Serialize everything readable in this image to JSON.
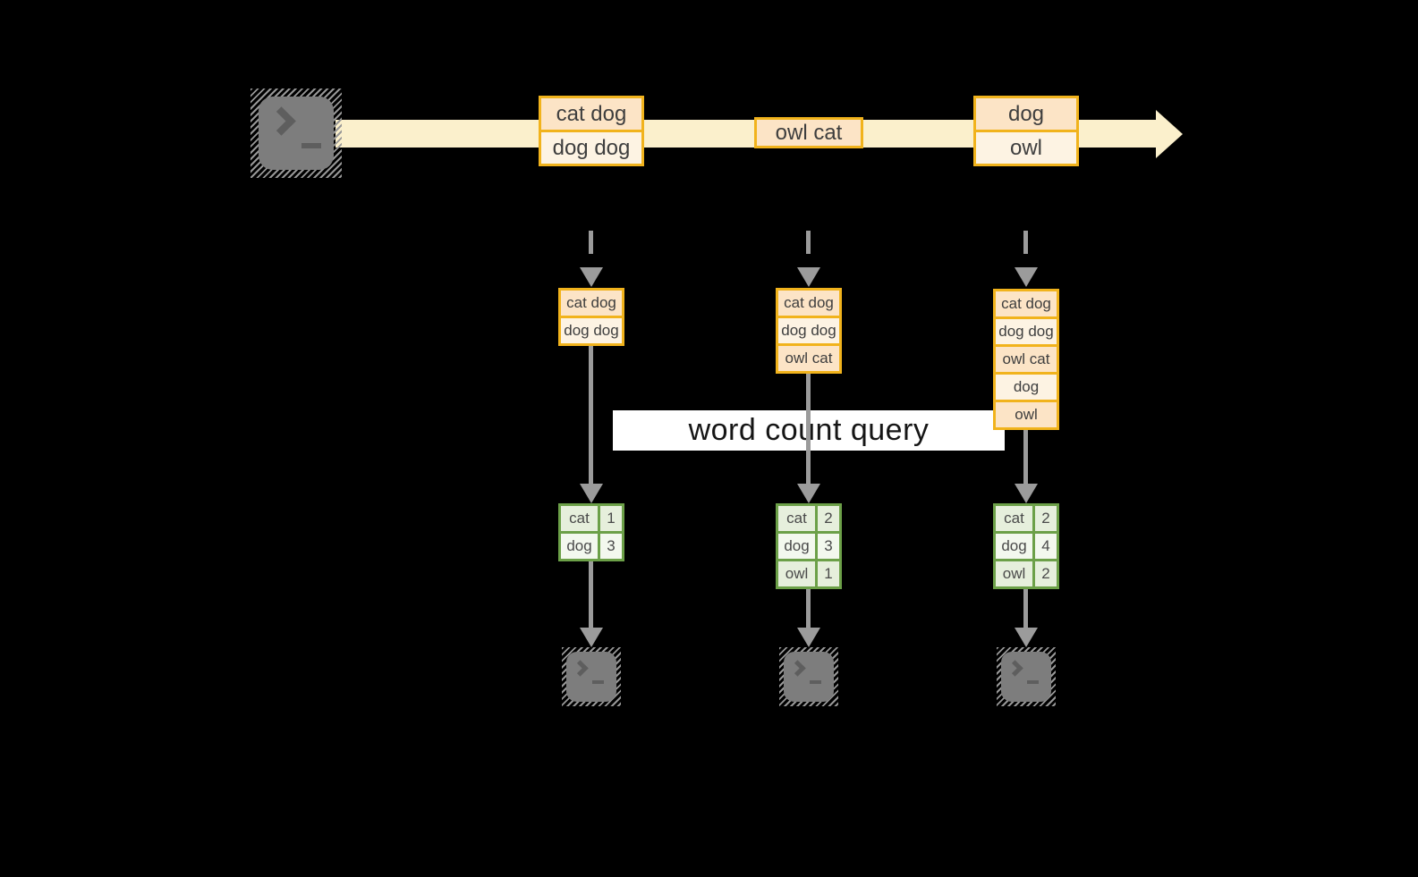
{
  "stream": {
    "source_icon": "terminal-icon",
    "events": [
      {
        "rows": [
          "cat dog",
          "dog dog"
        ]
      },
      {
        "rows": [
          "owl cat"
        ]
      },
      {
        "rows": [
          "dog",
          "owl"
        ]
      }
    ]
  },
  "query": {
    "label": "word count query"
  },
  "pipelines": [
    {
      "state": {
        "rows": [
          "cat dog",
          "dog dog"
        ]
      },
      "counts": {
        "rows": [
          {
            "word": "cat",
            "count": 1
          },
          {
            "word": "dog",
            "count": 3
          }
        ]
      },
      "sink_icon": "terminal-icon"
    },
    {
      "state": {
        "rows": [
          "cat dog",
          "dog dog",
          "owl cat"
        ]
      },
      "counts": {
        "rows": [
          {
            "word": "cat",
            "count": 2
          },
          {
            "word": "dog",
            "count": 3
          },
          {
            "word": "owl",
            "count": 1
          }
        ]
      },
      "sink_icon": "terminal-icon"
    },
    {
      "state": {
        "rows": [
          "cat dog",
          "dog dog",
          "owl cat",
          "dog",
          "owl"
        ]
      },
      "counts": {
        "rows": [
          {
            "word": "cat",
            "count": 2
          },
          {
            "word": "dog",
            "count": 4
          },
          {
            "word": "owl",
            "count": 2
          }
        ]
      },
      "sink_icon": "terminal-icon"
    }
  ],
  "colors": {
    "stream_band": "#fbf0cc",
    "box_border_orange": "#f1b31c",
    "box_fill_peach": "#fce4c6",
    "box_fill_cream": "#fdf3e3",
    "table_border_green": "#6ca048",
    "table_fill_sage": "#e6efdc",
    "table_fill_light": "#f3f8ee",
    "arrow_gray": "#9b9b9b",
    "terminal_gray": "#7d7d7d",
    "banner_bg": "#ffffff",
    "text_dark": "#3e3e3e"
  }
}
